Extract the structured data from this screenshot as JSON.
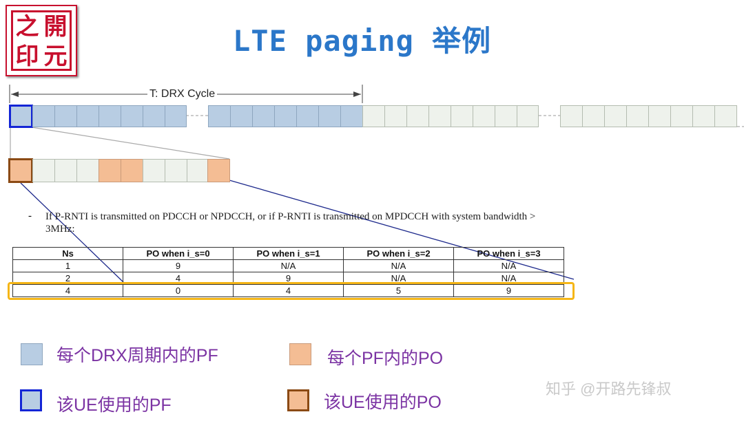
{
  "logo": {
    "chars": [
      "之",
      "開",
      "印",
      "元"
    ]
  },
  "title": "LTE paging 举例",
  "drx": {
    "label": "T: DRX Cycle"
  },
  "note": {
    "dash": "-",
    "text": "If P-RNTI is transmitted on PDCCH or NPDCCH, or if P-RNTI is transmitted on MPDCCH with system bandwidth > 3MHz:"
  },
  "table": {
    "headers": [
      "Ns",
      "PO when i_s=0",
      "PO when i_s=1",
      "PO when i_s=2",
      "PO when i_s=3"
    ],
    "rows": [
      [
        "1",
        "9",
        "N/A",
        "N/A",
        "N/A"
      ],
      [
        "2",
        "4",
        "9",
        "N/A",
        "N/A"
      ],
      [
        "4",
        "0",
        "4",
        "5",
        "9"
      ]
    ]
  },
  "legend": {
    "pf_all": "每个DRX周期内的PF",
    "po_all": "每个PF内的PO",
    "pf_ue": "该UE使用的PF",
    "po_ue": "该UE使用的PO"
  },
  "colors": {
    "pf": "#b8cde3",
    "po": "#f4bd94",
    "pf_selected_border": "#1325d6",
    "po_selected_border": "#8b4a14",
    "highlight": "#f5b617",
    "legend_text": "#7b33a3",
    "title": "#2b77c9"
  },
  "watermark": "知乎 @开路先锋叔"
}
